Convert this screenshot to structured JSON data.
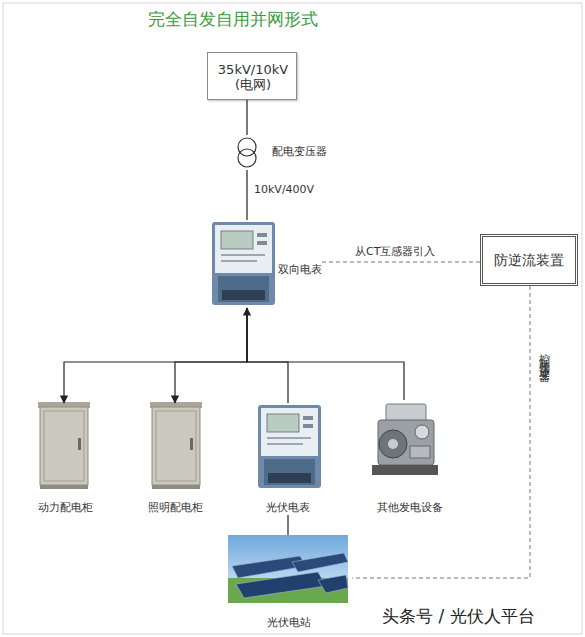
{
  "diagram": {
    "title": "完全自发自用并网形式",
    "nodes": [
      {
        "text": [
          "35kV/10kV (电网)"
        ]
      },
      {
        "text": [
          "配电变压器"
        ]
      },
      {
        "text": [
          "双向电表"
        ]
      },
      {
        "text": [
          "防逆流装置"
        ]
      },
      {
        "text": [
          "动力配电柜"
        ]
      },
      {
        "text": [
          "照明配电柜"
        ]
      },
      {
        "text": [
          "光伏电表"
        ]
      },
      {
        "text": [
          "其他发电设备"
        ]
      },
      {
        "text": [
          "光伏电站"
        ]
      }
    ],
    "edges": [
      {
        "from": 0,
        "to": 1,
        "arrow": "none"
      },
      {
        "from": 1,
        "to": 2,
        "label": "10kV/400V",
        "arrow": "none"
      },
      {
        "from": 2,
        "to": 3,
        "label": "从CT互感器引入",
        "arrow": "none"
      },
      {
        "from": 2,
        "to": 4,
        "arrow": "to"
      },
      {
        "from": 2,
        "to": 5,
        "arrow": "to"
      },
      {
        "from": 6,
        "to": 2,
        "arrow": "to"
      },
      {
        "from": 2,
        "to": 7,
        "arrow": "none"
      },
      {
        "from": 6,
        "to": 8,
        "arrow": "none"
      },
      {
        "from": 3,
        "to": 8,
        "label": "控制光伏逆变器",
        "arrow": "none"
      }
    ],
    "labels": [
      "头条号 / 光伏人平台"
    ]
  }
}
